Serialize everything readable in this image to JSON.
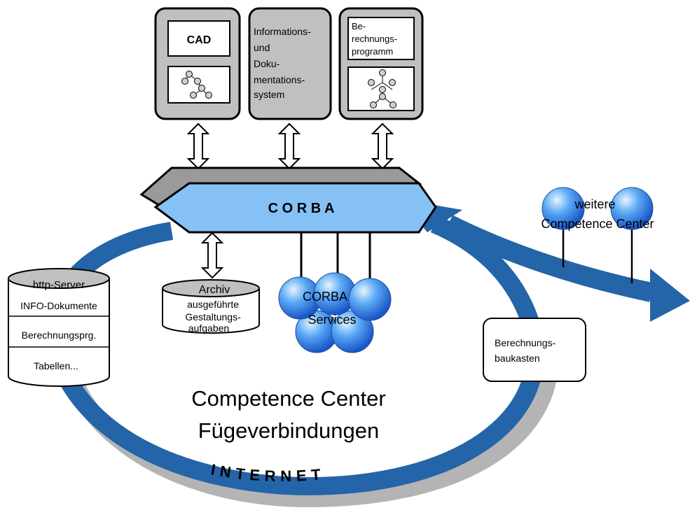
{
  "modules": {
    "cad": {
      "label": "CAD"
    },
    "info": {
      "lines": [
        "Informations-",
        "und",
        "Doku-",
        "mentations-",
        "system"
      ]
    },
    "calc": {
      "lines": [
        "Be-",
        "rechnungs-",
        "programm"
      ]
    }
  },
  "bus": {
    "label": "C O R B A"
  },
  "archive": {
    "title": "Archiv",
    "lines": [
      "ausgeführte",
      "Gestaltungs-",
      "aufgaben"
    ]
  },
  "services": {
    "lines": [
      "CORBA",
      "Services"
    ]
  },
  "server": {
    "title": "http-Server",
    "items": [
      "INFO-Dokumente",
      "Berechnungsprg.",
      "Tabellen..."
    ]
  },
  "toolkit": {
    "lines": [
      "Berechnungs-",
      "baukasten"
    ]
  },
  "center": {
    "lines": [
      "Competence Center",
      "Fügeverbindungen"
    ]
  },
  "network": {
    "label": "INTERNET"
  },
  "further_centers": {
    "lines": [
      "weitere",
      "Competence Center"
    ]
  },
  "colors": {
    "bus_fill": "#86c1f5",
    "ring_blue": "#2464a8",
    "ring_shadow": "#b4b4b4",
    "module_fill": "#c0c0c0",
    "sphere_light": "#e6f4ff",
    "sphere_dark": "#1a66e0"
  }
}
